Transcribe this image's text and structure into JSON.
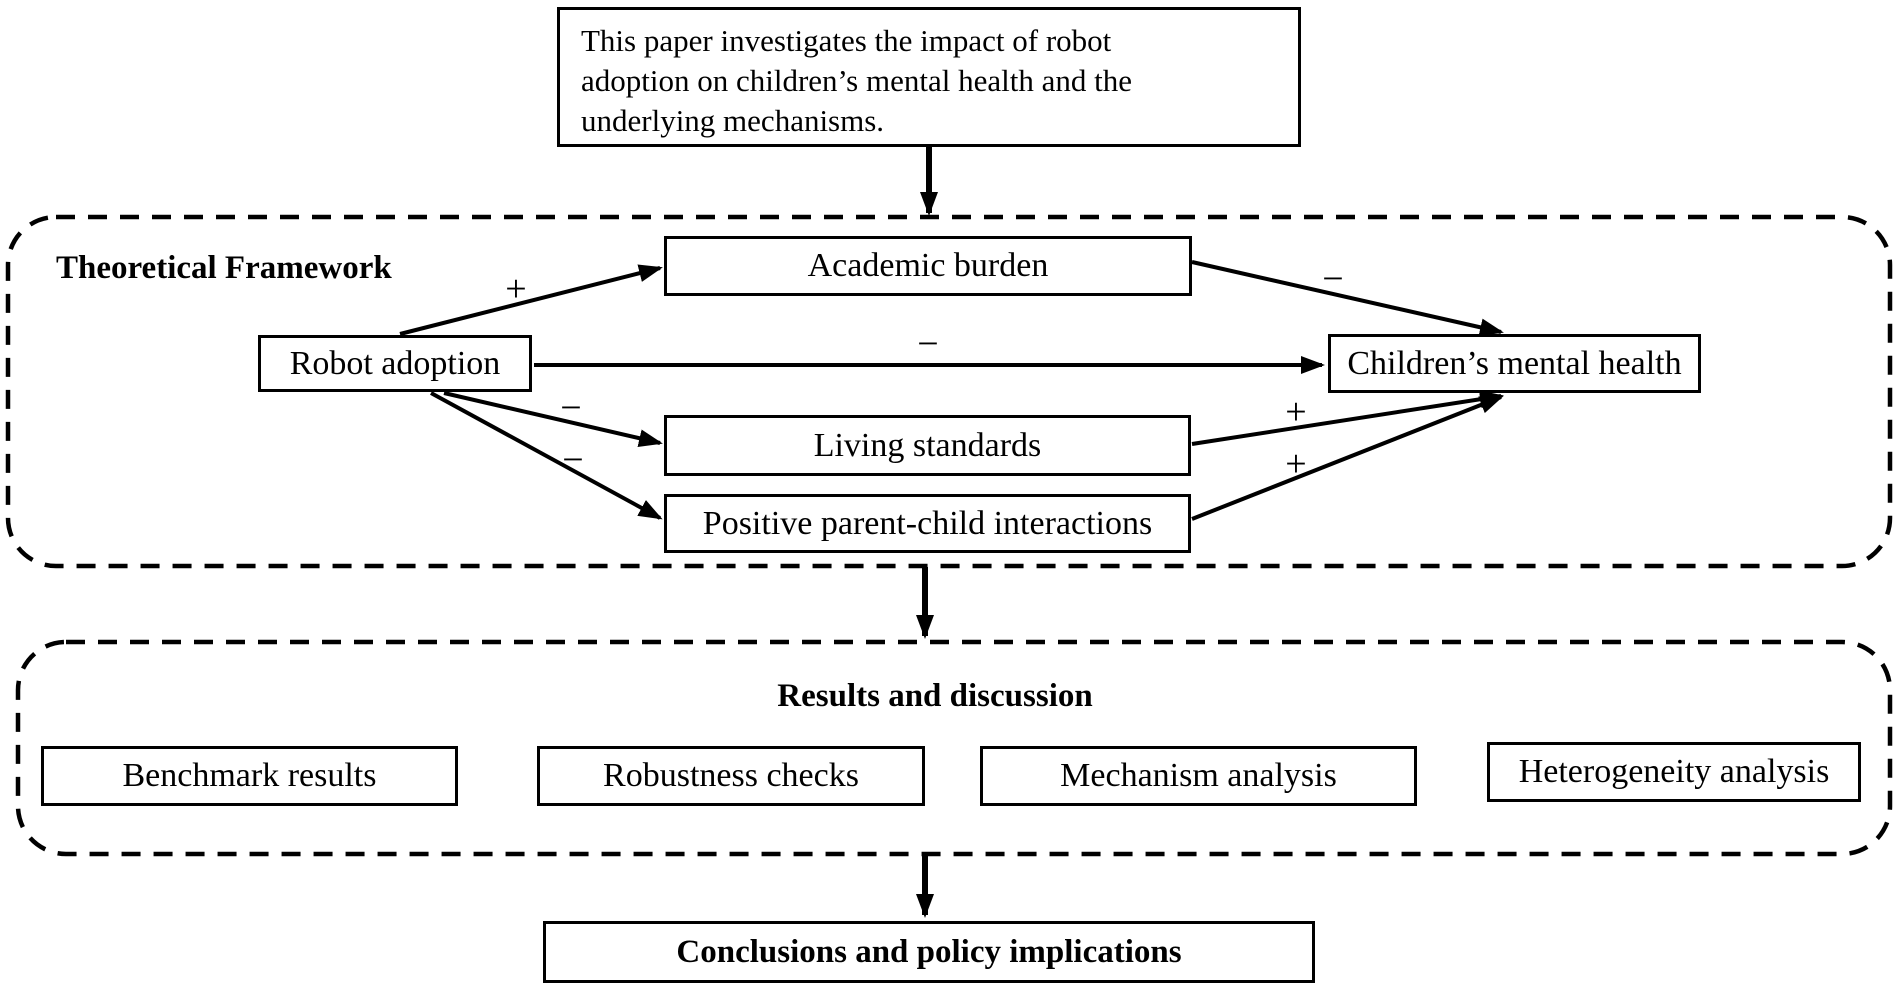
{
  "colors": {
    "line": "#000000",
    "background": "#ffffff"
  },
  "title_box": {
    "lines": [
      "This paper investigates the impact of robot",
      "adoption on children’s mental health and the",
      "underlying mechanisms."
    ]
  },
  "theoretical_framework": {
    "label": "Theoretical Framework",
    "nodes": {
      "robot": "Robot adoption",
      "academic": "Academic burden",
      "children": "Children’s mental health",
      "living": "Living standards",
      "positive": "Positive parent-child interactions"
    },
    "edge_signs": {
      "robot_academic": "+",
      "robot_children": "−",
      "academic_children": "−",
      "robot_living": "−",
      "robot_positive": "−",
      "living_children": "+",
      "positive_children": "+"
    }
  },
  "results": {
    "label": "Results and discussion",
    "items": [
      "Benchmark results",
      "Robustness checks",
      "Mechanism analysis",
      "Heterogeneity analysis"
    ]
  },
  "conclusions": {
    "label": "Conclusions and policy implications"
  }
}
